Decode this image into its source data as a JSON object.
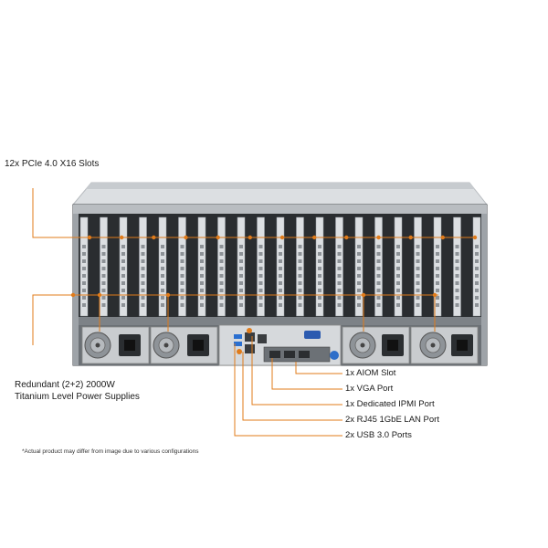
{
  "callouts": {
    "pcie_slots": "12x PCIe 4.0 X16 Slots",
    "power_line1": "Redundant (2+2) 2000W",
    "power_line2": "Titanium Level Power Supplies",
    "aiom": "1x AIOM Slot",
    "vga": "1x VGA Port",
    "ipmi": "1x Dedicated IPMI Port",
    "lan": "2x RJ45 1GbE LAN Port",
    "usb": "2x USB 3.0 Ports"
  },
  "footnote": "*Actual product may differ from image due to various configurations",
  "colors": {
    "callout_line": "#e07b1a",
    "chassis": "#5a5e63",
    "chassis_top": "#d9dcdf",
    "bracket": "#dcdfe2"
  }
}
